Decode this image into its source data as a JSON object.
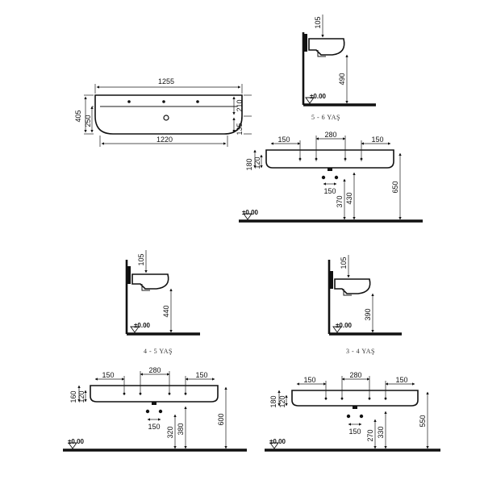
{
  "top_view": {
    "overall_width": "1255",
    "basin_width": "1220",
    "depth_total": "405",
    "depth_bowl": "250",
    "right_depth": "210",
    "right_lower": "135"
  },
  "side_view_a": {
    "bracket": "105",
    "height": "490",
    "level": "±0.00",
    "caption": "5 - 6 YAŞ"
  },
  "front_view_a": {
    "gap_left": "150",
    "gap_center": "280",
    "gap_right": "150",
    "thickness_outer": "180",
    "thickness_inner": "120",
    "trap_width": "150",
    "drain_a": "370",
    "drain_b": "430",
    "height": "650",
    "level": "±0.00"
  },
  "side_view_b": {
    "bracket": "105",
    "height": "440",
    "level": "±0.00",
    "caption": "4 - 5 YAŞ"
  },
  "side_view_c": {
    "bracket": "105",
    "height": "390",
    "level": "±0.00",
    "caption": "3 - 4 YAŞ"
  },
  "front_view_b": {
    "gap_left": "150",
    "gap_center": "280",
    "gap_right": "150",
    "thickness_outer": "160",
    "thickness_inner": "120",
    "trap_width": "150",
    "drain_a": "320",
    "drain_b": "380",
    "height": "600",
    "level": "±0.00"
  },
  "front_view_c": {
    "gap_left": "150",
    "gap_center": "280",
    "gap_right": "150",
    "thickness_outer": "180",
    "thickness_inner": "120",
    "trap_width": "150",
    "drain_a": "270",
    "drain_b": "330",
    "height": "550",
    "level": "±0.00"
  }
}
